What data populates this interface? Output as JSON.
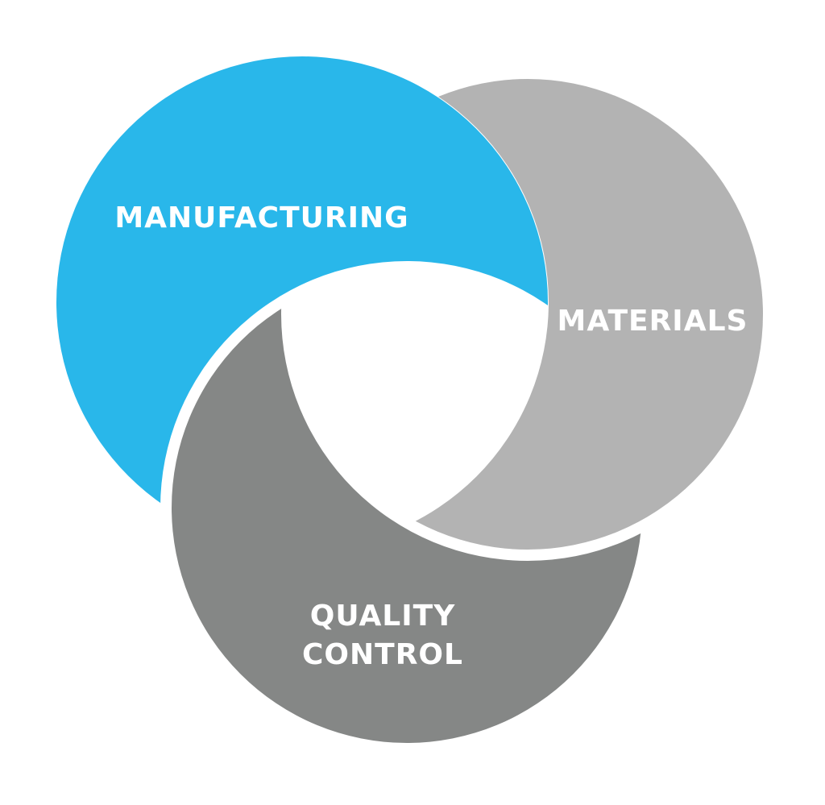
{
  "diagram": {
    "segments": [
      {
        "id": "manufacturing",
        "label_lines": [
          "MANUFACTURING"
        ],
        "color": "#29b7ea"
      },
      {
        "id": "materials",
        "label_lines": [
          "MATERIALS"
        ],
        "color": "#b3b3b3"
      },
      {
        "id": "quality-control",
        "label_lines": [
          "QUALITY",
          "CONTROL"
        ],
        "color": "#858786"
      }
    ],
    "background": "#ffffff"
  }
}
